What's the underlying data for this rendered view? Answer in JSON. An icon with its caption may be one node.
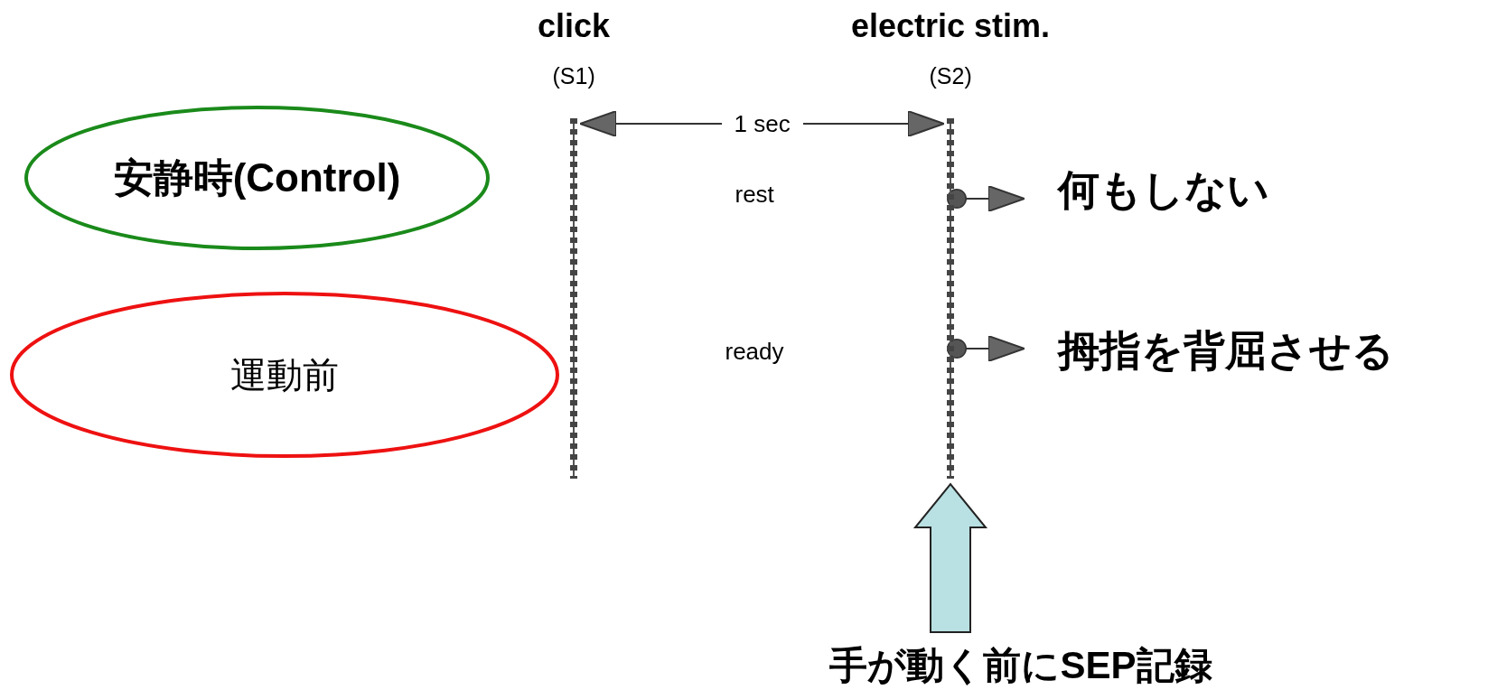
{
  "diagram": {
    "nodes": [
      {
        "text": [
          "安静時(Control)"
        ]
      },
      {
        "text": [
          "運動前"
        ]
      },
      {
        "text": [],
        "shape": "bar",
        "beside": [
          "click",
          "(S1)"
        ]
      },
      {
        "text": [],
        "shape": "bar",
        "beside": [
          "electric stim.",
          "(S2)"
        ]
      },
      {
        "text": [
          "何もしない"
        ]
      },
      {
        "text": [
          "拇指を背屈させる"
        ]
      },
      {
        "text": [
          "手が動く前にSEP記録"
        ]
      }
    ],
    "edges": [
      {
        "from": 2,
        "to": 3,
        "arrow": "both",
        "label": "1 sec"
      },
      {
        "from": 3,
        "to": 4,
        "arrow": "to"
      },
      {
        "from": 3,
        "to": 5,
        "arrow": "to"
      },
      {
        "from": 6,
        "to": 3,
        "arrow": "to",
        "style": "thick",
        "color": "#b9e0e2"
      }
    ],
    "labels": [
      "rest",
      "ready"
    ]
  }
}
